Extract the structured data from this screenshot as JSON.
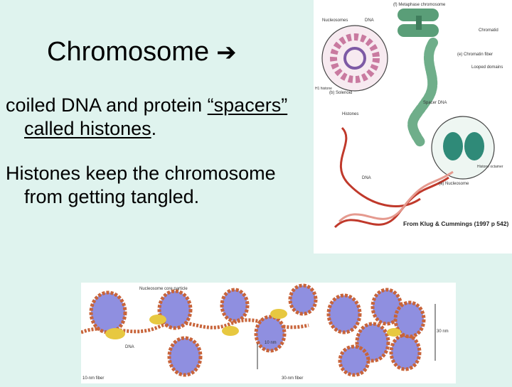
{
  "slide": {
    "title": "Chromosome",
    "title_icon": "arrow-right-icon",
    "bullets": [
      {
        "lead": "coiled DNA and protein ",
        "underlined": "“spacers” called histones",
        "tail": "."
      },
      {
        "text": "Histones keep the chromosome from getting tangled."
      }
    ]
  },
  "figure_top": {
    "labels": {
      "metaphase": "(f) Metaphase chromosome",
      "nucleosomes": "Nucleosomes",
      "dna": "DNA",
      "chromatid": "Chromatid",
      "chromatin_fiber": "(e) Chromatin fiber",
      "looped_domains": "Looped domains",
      "solenoid": "(b) Solenoid",
      "histones": "Histones",
      "spacer_dna": "Spacer DNA",
      "histone_octamer": "Histone octamer",
      "dna_small": "DNA",
      "nucleosome": "(a) Nucleosome",
      "h1_histone": "H1 histone"
    },
    "credit": "From Klug & Cummings (1997 p 542)"
  },
  "figure_bottom": {
    "labels": {
      "core_particle": "Nucleosome core particle",
      "dna": "DNA",
      "ten_nm": "10 nm",
      "thirty_nm": "30 nm",
      "fiber_10": "10-nm fiber",
      "fiber_30": "30-nm fiber"
    }
  },
  "colors": {
    "background": "#dff3ee",
    "histone": "#8f8fe0",
    "dna_coil": "#c8643a",
    "linker": "#e7c840",
    "helix": "#c0392b",
    "fiber": "#5a9e78"
  }
}
